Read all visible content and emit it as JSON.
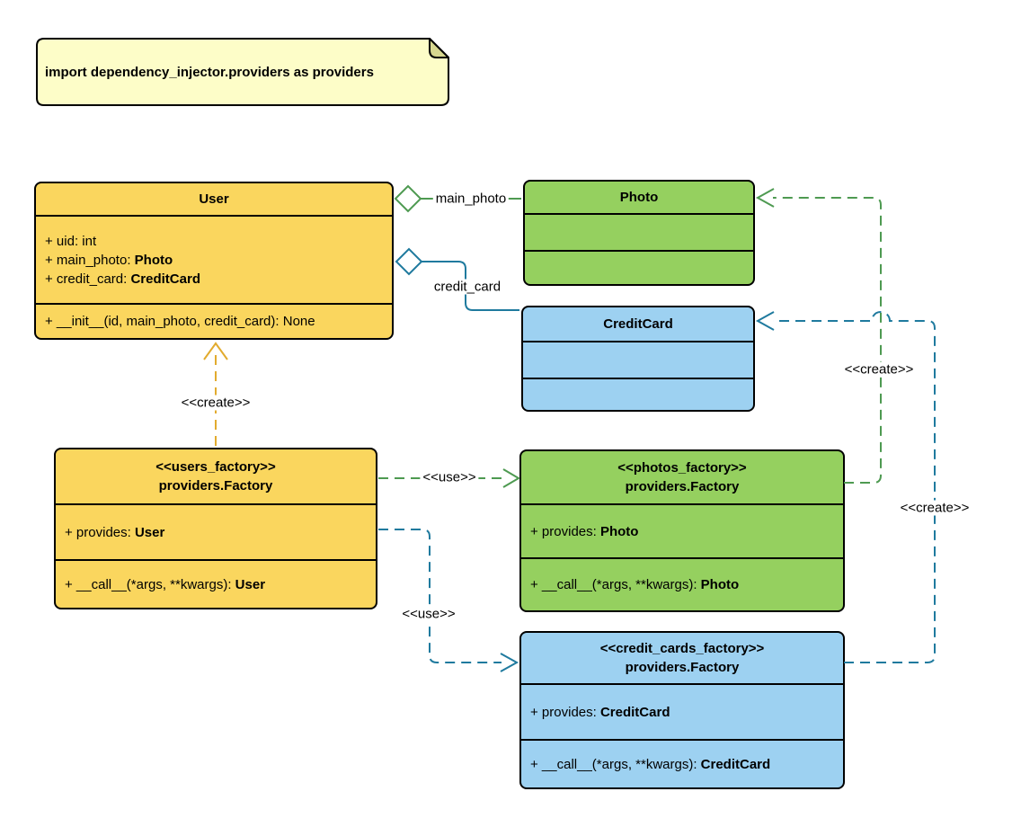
{
  "note": {
    "text": "import dependency_injector.providers as providers"
  },
  "classes": {
    "user": {
      "name": "User",
      "attributes": [
        {
          "text": "+ uid: int",
          "bold": ""
        },
        {
          "text": "+ main_photo: ",
          "bold": "Photo"
        },
        {
          "text": "+ credit_card: ",
          "bold": "CreditCard"
        }
      ],
      "methods": [
        {
          "text": "+ __init__(id, main_photo, credit_card): None",
          "bold": ""
        }
      ]
    },
    "photo": {
      "name": "Photo"
    },
    "credit_card": {
      "name": "CreditCard"
    },
    "users_factory": {
      "stereotype": "<<users_factory>>",
      "name": "providers.Factory",
      "attributes": [
        {
          "text": "+ provides: ",
          "bold": "User"
        }
      ],
      "methods": [
        {
          "text": "+ __call__(*args, **kwargs): ",
          "bold": "User"
        }
      ]
    },
    "photos_factory": {
      "stereotype": "<<photos_factory>>",
      "name": "providers.Factory",
      "attributes": [
        {
          "text": "+ provides: ",
          "bold": "Photo"
        }
      ],
      "methods": [
        {
          "text": "+ __call__(*args, **kwargs): ",
          "bold": "Photo"
        }
      ]
    },
    "credit_cards_factory": {
      "stereotype": "<<credit_cards_factory>>",
      "name": "providers.Factory",
      "attributes": [
        {
          "text": "+ provides: ",
          "bold": "CreditCard"
        }
      ],
      "methods": [
        {
          "text": "+ __call__(*args, **kwargs): ",
          "bold": "CreditCard"
        }
      ]
    }
  },
  "edges": {
    "user_create": {
      "label": "<<create>>"
    },
    "main_photo": {
      "label": "main_photo"
    },
    "credit_card": {
      "label": "credit_card"
    },
    "use_photos": {
      "label": "<<use>>"
    },
    "use_credit_cards": {
      "label": "<<use>>"
    },
    "create_photo": {
      "label": "<<create>>"
    },
    "create_credit_card": {
      "label": "<<create>>"
    }
  },
  "colors": {
    "yellow_fill": "#FAD65E",
    "green_fill": "#95D05F",
    "blue_fill": "#9DD1F1",
    "note_fill": "#FDFDC8",
    "note_fold": "#D8D890",
    "border": "#000000",
    "user_line": "#E2AB2E",
    "photo_line": "#4E9A51",
    "credit_card_line": "#1F7A9E",
    "diamond_fill": "#FFFFFF"
  }
}
